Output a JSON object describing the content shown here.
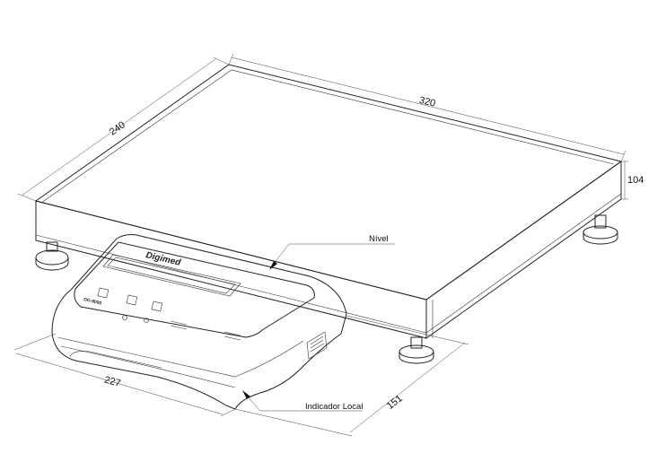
{
  "dimensions": {
    "platform_depth": "240",
    "platform_width": "320",
    "platform_height": "104",
    "indicator_width": "227",
    "indicator_depth": "151"
  },
  "callouts": {
    "level": "Nível",
    "local_indicator": "Indicador Local"
  },
  "indicator": {
    "brand": "Digimed",
    "model": "DG-8000"
  }
}
